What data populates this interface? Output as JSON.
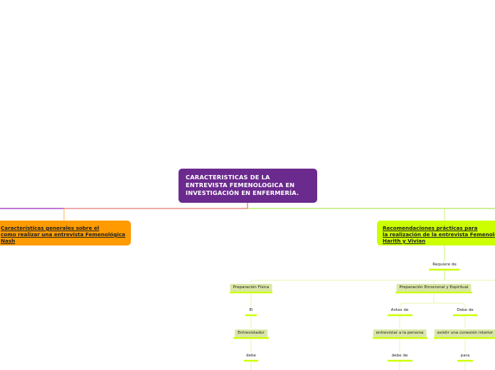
{
  "colors": {
    "root_bg": "#6b2a8e",
    "left_bg": "#ff9b00",
    "right_bg": "#ccff00",
    "pale_bg": "#d9e7a4",
    "line_purple": "#a64ac9",
    "line_red": "#e05050",
    "line_green": "#9ee02a",
    "line_light": "#c8f07a",
    "line_orange": "#ffb347"
  },
  "root": {
    "lines": [
      "CARACTERISTICAS DE LA",
      "ENTREVISTA FEMENOLOGICA EN",
      "INVESTIGACIÓN EN ENFERMERÍA."
    ]
  },
  "left_branch": {
    "lines": [
      "Características generales sobre el",
      "como realizar una entrevista Femenológica",
      "Nash"
    ]
  },
  "right_branch": {
    "lines": [
      "Recomendaciones prácticas para",
      "la realización de la entrevista Femenológica",
      "Harith y Vivian"
    ]
  },
  "labels": {
    "requiere": "Requiere de",
    "prep_fisica": "Preparación Física",
    "prep_emocional": "Preparación Emocional y Espiritual",
    "el": "El",
    "entrevistador": "Entrevistador",
    "debe": "debe",
    "antes_de": "Antes de",
    "debe_de_top": "Debe de",
    "entrevistar": "entrevistar a la persona",
    "conexion": "existir una conexión interior",
    "debe_de": "debe de",
    "para": "para"
  }
}
